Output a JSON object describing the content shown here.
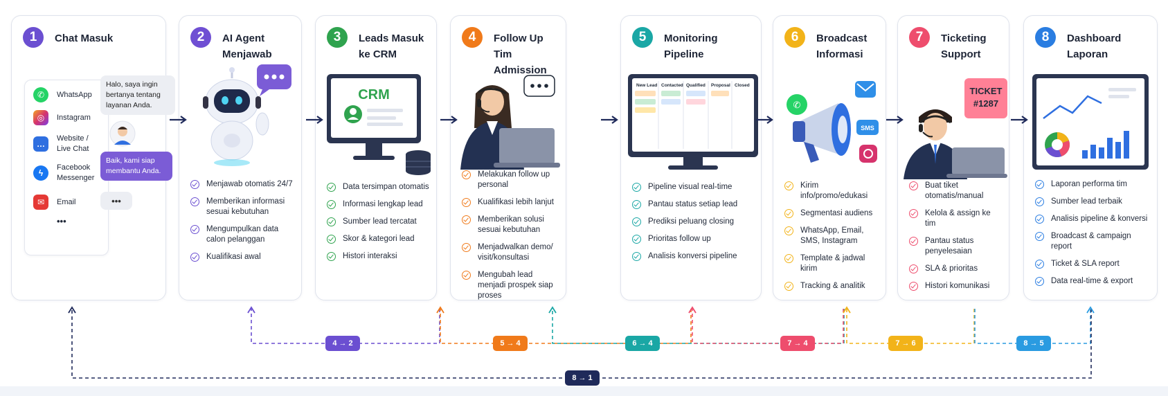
{
  "colors": {
    "step1": "#6b4fd1",
    "step2": "#6f4fd3",
    "step3": "#2fa34e",
    "step4": "#f07a1a",
    "step5": "#1aa7a5",
    "step6": "#f2b319",
    "step7": "#ee4d6d",
    "step8": "#2a7de1",
    "arrow": "#1f2a5a"
  },
  "steps": [
    {
      "num": "1",
      "title": "Chat Masuk"
    },
    {
      "num": "2",
      "title": "AI Agent\nMenjawab",
      "items": [
        "Menjawab otomatis 24/7",
        "Memberikan informasi sesuai kebutuhan",
        "Mengumpulkan data calon pelanggan",
        "Kualifikasi awal"
      ]
    },
    {
      "num": "3",
      "title": "Leads Masuk\nke CRM",
      "crm_label": "CRM",
      "items": [
        "Data tersimpan otomatis",
        "Informasi lengkap lead",
        "Sumber lead tercatat",
        "Skor & kategori lead",
        "Histori interaksi"
      ]
    },
    {
      "num": "4",
      "title": "Follow Up\nTim Admission",
      "items": [
        "Melakukan follow up personal",
        "Kualifikasi lebih lanjut",
        "Memberikan solusi sesuai kebutuhan",
        "Menjadwalkan demo/ visit/konsultasi",
        "Mengubah lead menjadi prospek siap proses"
      ]
    },
    {
      "num": "5",
      "title": "Monitoring\nPipeline",
      "pipeline_columns": [
        "New Lead",
        "Contacted",
        "Qualified",
        "Proposal",
        "Closed"
      ],
      "items": [
        "Pipeline visual real-time",
        "Pantau status setiap lead",
        "Prediksi peluang closing",
        "Prioritas follow up",
        "Analisis konversi pipeline"
      ]
    },
    {
      "num": "6",
      "title": "Broadcast\nInformasi",
      "sms_label": "SMS",
      "items": [
        "Kirim info/promo/edukasi",
        "Segmentasi audiens",
        "WhatsApp, Email, SMS, Instagram",
        "Template & jadwal kirim",
        "Tracking & analitik"
      ]
    },
    {
      "num": "7",
      "title": "Ticketing\nSupport",
      "ticket_label": "TICKET\n#1287",
      "items": [
        "Buat tiket otomatis/manual",
        "Kelola & assign ke tim",
        "Pantau status penyelesaian",
        "SLA & prioritas",
        "Histori komunikasi"
      ]
    },
    {
      "num": "8",
      "title": "Dashboard\nLaporan",
      "items": [
        "Laporan performa tim",
        "Sumber lead terbaik",
        "Analisis pipeline & konversi",
        "Broadcast & campaign report",
        "Ticket & SLA report",
        "Data real-time & export"
      ]
    }
  ],
  "channels": [
    {
      "label": "WhatsApp",
      "icon": "whatsapp-icon",
      "color": "#25d366"
    },
    {
      "label": "Instagram",
      "icon": "instagram-icon",
      "color": "#d6336c"
    },
    {
      "label": "Website /\nLive Chat",
      "icon": "chat-icon",
      "color": "#2f6fe0"
    },
    {
      "label": "Facebook\nMessenger",
      "icon": "messenger-icon",
      "color": "#1877f2"
    },
    {
      "label": "Email",
      "icon": "email-icon",
      "color": "#e53935"
    },
    {
      "label": "•••",
      "icon": "more-icon",
      "color": "#1f2937"
    }
  ],
  "chat": {
    "user_message": "Halo, saya ingin\nbertanya tentang\nlayanan Anda.",
    "bot_message": "Baik, kami siap\nmembantu Anda.",
    "typing": "•••"
  },
  "loops": [
    {
      "label": "4 → 2",
      "color": "#6b4fd1"
    },
    {
      "label": "5 → 4",
      "color": "#f07a1a"
    },
    {
      "label": "6 → 4",
      "color": "#1aa7a5"
    },
    {
      "label": "7 → 4",
      "color": "#ee4d6d"
    },
    {
      "label": "7 → 6",
      "color": "#f2b319"
    },
    {
      "label": "8 → 5",
      "color": "#2a9be1"
    },
    {
      "label": "8 → 1",
      "color": "#1f2a5a"
    }
  ]
}
